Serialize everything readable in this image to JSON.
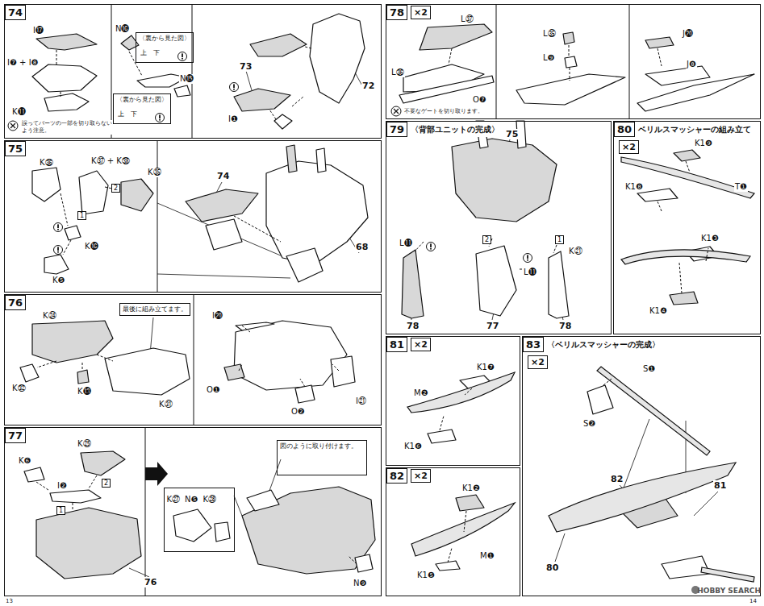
{
  "diagram": {
    "nodes": [
      {
        "text": [
          "74"
        ]
      },
      {
        "text": [
          "〈裏から見た図〉",
          "上",
          "下"
        ],
        "in": 0
      },
      {
        "text": [
          "〈裏から見た図〉",
          "上",
          "下"
        ],
        "in": 0
      },
      {
        "text": [
          "75"
        ]
      },
      {
        "text": [
          "76"
        ]
      },
      {
        "text": [
          "最後に組み立てます。"
        ],
        "in": 4
      },
      {
        "text": [
          "77"
        ]
      },
      {
        "text": [
          "K㉗",
          "N❺",
          "K㉘"
        ],
        "in": 6
      },
      {
        "text": [
          "図のように取り付けます。"
        ],
        "in": 6
      },
      {
        "text": [
          "78",
          "×2"
        ]
      },
      {
        "text": [
          "79",
          "〈背部ユニットの完成〉"
        ]
      },
      {
        "text": [
          "80",
          "ベリルスマッシャーの組み立て",
          "×2"
        ]
      },
      {
        "text": [
          "81",
          "×2"
        ]
      },
      {
        "text": [
          "82",
          "×2"
        ]
      },
      {
        "text": [
          "83",
          "〈ベリルスマッシャーの完成〉",
          "×2"
        ]
      }
    ],
    "labels": [
      "I⓱",
      "I❼ + I❽",
      "K⓫",
      "N⓰",
      "N⓯",
      "73",
      "I❶",
      "72",
      "誤ってパーツの一部を切り取らないよう注意。",
      "K㊱",
      "K㊲ + K㊳",
      "K㉟",
      "2",
      "1",
      "K⓰",
      "K❺",
      "74",
      "68",
      "K㉔",
      "K㉜",
      "K⓭",
      "K㉛",
      "I⓴",
      "O❶",
      "O❷",
      "I㉑",
      "K㉕",
      "K❻",
      "I❷",
      "2",
      "1",
      "76",
      "N❾",
      "L㊲",
      "L㊱",
      "O❼",
      "不要なゲートを切り取ります。",
      "L㉟",
      "L❾",
      "J⓴",
      "J❽",
      "75",
      "1",
      "K㉑",
      "2",
      "L⓫",
      "L⓫",
      "78",
      "77",
      "78",
      "K1❾",
      "T❶",
      "K1❽",
      "K1❸",
      "K1❹",
      "K1❼",
      "M❷",
      "K1❻",
      "K1❷",
      "M❶",
      "K1❺",
      "S❶",
      "S❷",
      "82",
      "81",
      "80",
      "13",
      "14",
      "HOBBY SEARCH"
    ]
  }
}
